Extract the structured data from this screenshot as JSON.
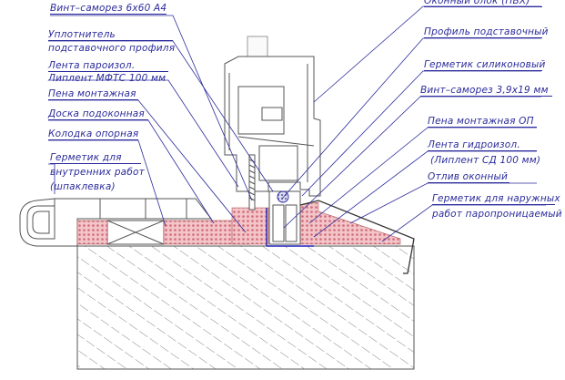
{
  "left_labels": {
    "screw_6x60": "Винт–саморез 6х60 А4",
    "seal_line1": "Уплотнитель",
    "seal_line2": "подставочного профиля",
    "vapor_tape_line1": "Лента пароизол.",
    "vapor_tape_line2": "Липлент МФТС 100 мм",
    "foam": "Пена монтажная",
    "sill_board": "Доска подоконная",
    "support_block": "Колодка опорная",
    "inner_sealant_line1": "Герметик для",
    "inner_sealant_line2": "внутренних работ",
    "inner_sealant_line3": "(шпаклевка)"
  },
  "right_labels": {
    "window_block": "Оконный блок (ПВХ)",
    "stand_profile": "Профиль подставочный",
    "silicone_sealant": "Герметик силиконовый",
    "screw_3_9x19": "Винт–саморез 3,9х19 мм",
    "foam_op": "Пена монтажная  ОП",
    "waterproof_tape_line1": "Лента гидроизол.",
    "waterproof_tape_line2": "(Липлент СД 100 мм)",
    "drip_sill": "Отлив оконный",
    "outer_sealant_line1": "Герметик для наружных",
    "outer_sealant_line2": "работ паропроницаемый"
  },
  "colors": {
    "label": "#2b2b9c",
    "foam": "#e7a0a8",
    "outline": "#444444"
  }
}
